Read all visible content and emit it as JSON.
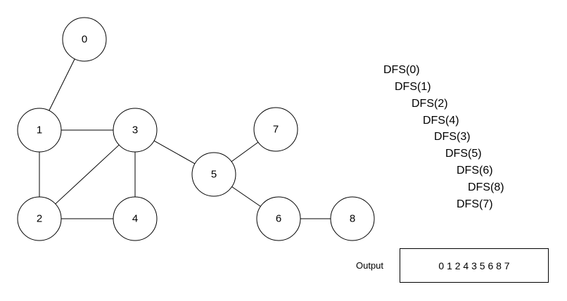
{
  "graph": {
    "nodes": [
      {
        "id": "0",
        "label": "0"
      },
      {
        "id": "1",
        "label": "1"
      },
      {
        "id": "2",
        "label": "2"
      },
      {
        "id": "3",
        "label": "3"
      },
      {
        "id": "4",
        "label": "4"
      },
      {
        "id": "5",
        "label": "5"
      },
      {
        "id": "6",
        "label": "6"
      },
      {
        "id": "7",
        "label": "7"
      },
      {
        "id": "8",
        "label": "8"
      }
    ],
    "edges": [
      [
        "0",
        "1"
      ],
      [
        "1",
        "3"
      ],
      [
        "1",
        "2"
      ],
      [
        "2",
        "3"
      ],
      [
        "2",
        "4"
      ],
      [
        "3",
        "4"
      ],
      [
        "3",
        "5"
      ],
      [
        "5",
        "7"
      ],
      [
        "5",
        "6"
      ],
      [
        "6",
        "8"
      ]
    ]
  },
  "trace": [
    "DFS(0)",
    "DFS(1)",
    "DFS(2)",
    "DFS(4)",
    "DFS(3)",
    "DFS(5)",
    "DFS(6)",
    "DFS(8)",
    "DFS(7)"
  ],
  "output": {
    "label": "Output",
    "value": "0 1 2 4 3 5 6 8 7"
  }
}
